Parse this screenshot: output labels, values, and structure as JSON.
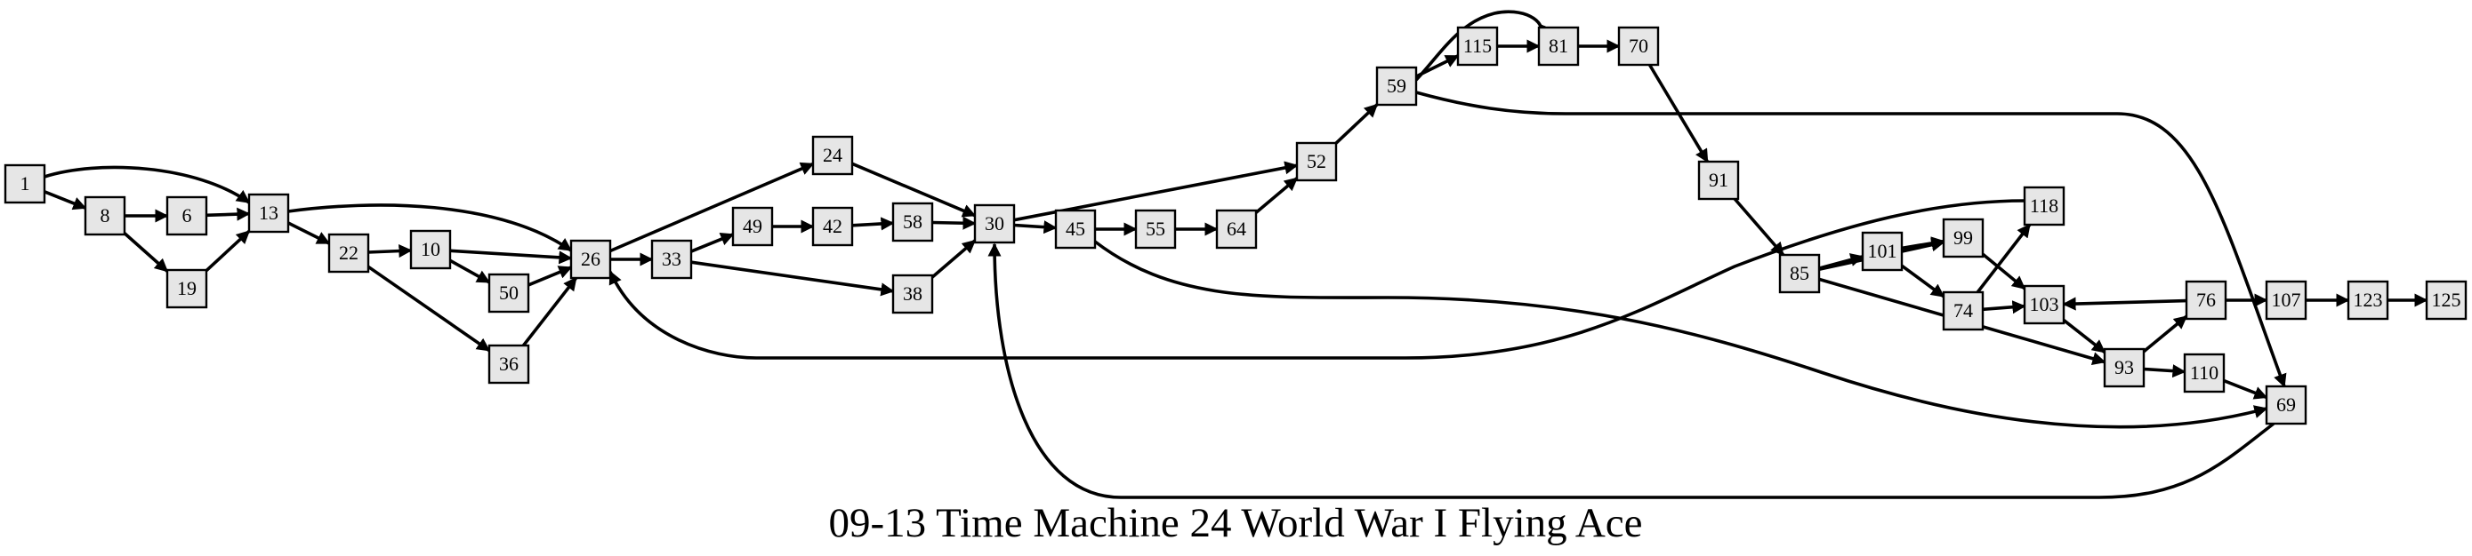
{
  "title": "09-13 Time Machine 24 World War I Flying Ace",
  "nodes": [
    "1",
    "8",
    "6",
    "19",
    "13",
    "22",
    "10",
    "50",
    "36",
    "26",
    "33",
    "49",
    "42",
    "58",
    "38",
    "24",
    "30",
    "45",
    "55",
    "64",
    "52",
    "59",
    "115",
    "81",
    "70",
    "91",
    "85",
    "101",
    "99",
    "74",
    "118",
    "103",
    "93",
    "76",
    "107",
    "123",
    "125",
    "110",
    "69"
  ],
  "edges": [
    [
      "1",
      "13"
    ],
    [
      "1",
      "8"
    ],
    [
      "8",
      "6"
    ],
    [
      "8",
      "19"
    ],
    [
      "6",
      "13"
    ],
    [
      "19",
      "13"
    ],
    [
      "13",
      "22"
    ],
    [
      "13",
      "26"
    ],
    [
      "22",
      "10"
    ],
    [
      "22",
      "36"
    ],
    [
      "10",
      "26"
    ],
    [
      "10",
      "50"
    ],
    [
      "50",
      "26"
    ],
    [
      "36",
      "26"
    ],
    [
      "26",
      "24"
    ],
    [
      "26",
      "33"
    ],
    [
      "33",
      "49"
    ],
    [
      "33",
      "38"
    ],
    [
      "49",
      "42"
    ],
    [
      "42",
      "58"
    ],
    [
      "58",
      "30"
    ],
    [
      "38",
      "30"
    ],
    [
      "24",
      "30"
    ],
    [
      "30",
      "52"
    ],
    [
      "30",
      "45"
    ],
    [
      "45",
      "55"
    ],
    [
      "45",
      "69"
    ],
    [
      "55",
      "64"
    ],
    [
      "64",
      "52"
    ],
    [
      "52",
      "59"
    ],
    [
      "59",
      "115"
    ],
    [
      "59",
      "81"
    ],
    [
      "59",
      "69"
    ],
    [
      "115",
      "81"
    ],
    [
      "81",
      "70"
    ],
    [
      "70",
      "91"
    ],
    [
      "91",
      "85"
    ],
    [
      "85",
      "101"
    ],
    [
      "85",
      "99"
    ],
    [
      "85",
      "93"
    ],
    [
      "101",
      "99"
    ],
    [
      "101",
      "74"
    ],
    [
      "74",
      "118"
    ],
    [
      "74",
      "103"
    ],
    [
      "99",
      "103"
    ],
    [
      "118",
      "26"
    ],
    [
      "103",
      "93"
    ],
    [
      "93",
      "76"
    ],
    [
      "93",
      "110"
    ],
    [
      "76",
      "103"
    ],
    [
      "76",
      "107"
    ],
    [
      "107",
      "123"
    ],
    [
      "123",
      "125"
    ],
    [
      "110",
      "69"
    ],
    [
      "69",
      "30"
    ]
  ]
}
